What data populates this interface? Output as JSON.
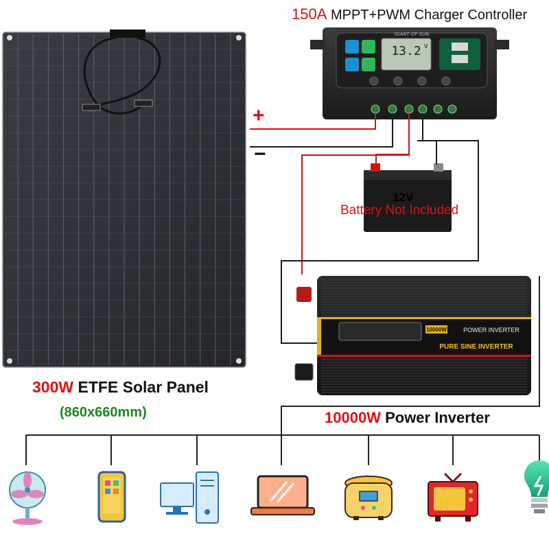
{
  "controller": {
    "rating": "150A",
    "title": "MPPT+PWM Charger Controller",
    "brand": "GIANT OF SUN",
    "display": "13.2",
    "display_unit": "V"
  },
  "battery": {
    "voltage": "12V",
    "note": "Battery Not Included"
  },
  "panel": {
    "rating": "300W",
    "name": "ETFE Solar Panel",
    "size": "(860x660mm)"
  },
  "inverter": {
    "rating": "10000W",
    "name": "Power Inverter",
    "brand_top": "POWER INVERTER",
    "brand_bottom": "PURE SINE INVERTER",
    "badge": "10000W"
  },
  "wiring": {
    "plus": "+",
    "minus": "−"
  },
  "colors": {
    "positive_wire": "#d21414",
    "negative_wire": "#1a1a1a",
    "load_wire": "#222222"
  },
  "loads": [
    {
      "icon": "fan-icon"
    },
    {
      "icon": "smartphone-icon"
    },
    {
      "icon": "desktop-computer-icon"
    },
    {
      "icon": "laptop-icon"
    },
    {
      "icon": "rice-cooker-icon"
    },
    {
      "icon": "television-icon"
    },
    {
      "icon": "light-bulb-icon"
    }
  ]
}
